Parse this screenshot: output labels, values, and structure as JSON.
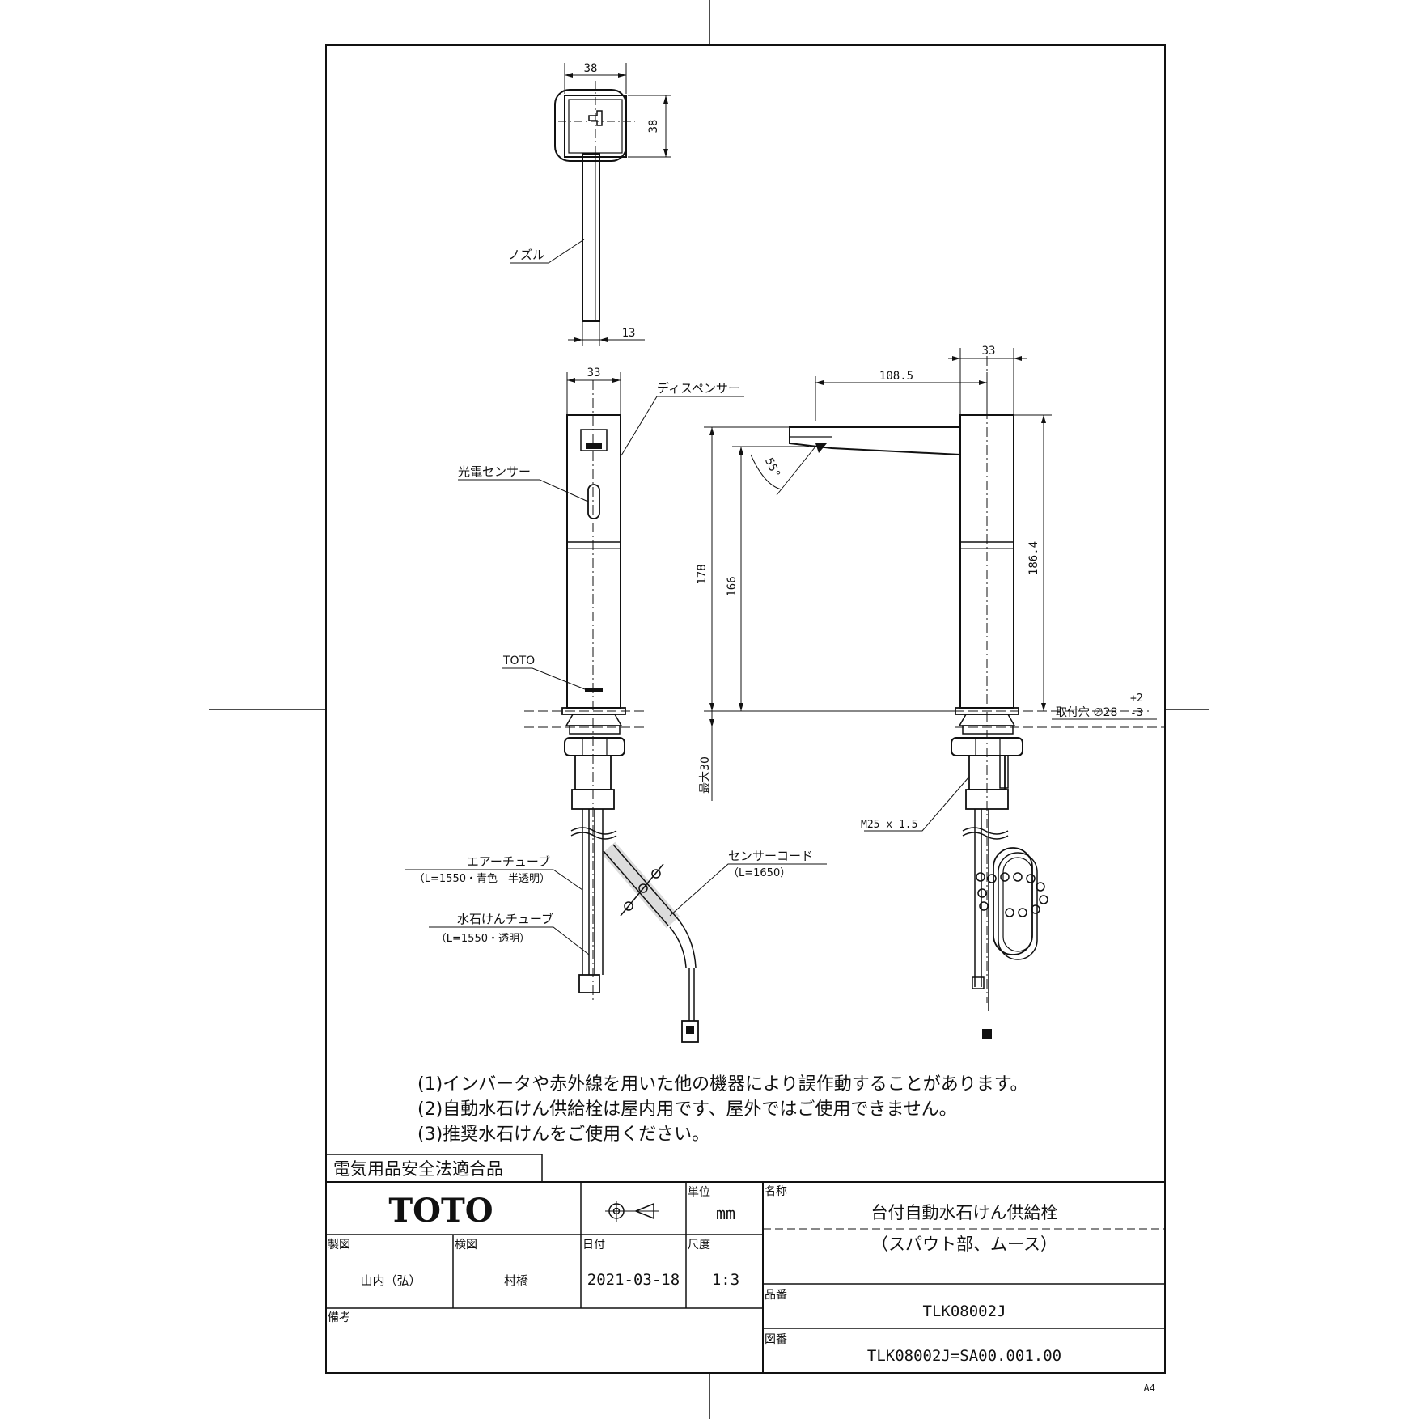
{
  "dimensions": {
    "top_width": "38",
    "top_height": "38",
    "nozzle_width": "13",
    "front_width": "33",
    "side_width": "33",
    "spout_reach": "108.5",
    "height_178": "178",
    "height_166": "166",
    "height_186": "186.4",
    "angle": "55°",
    "max_thickness": "最大30",
    "mount_hole": "取付穴 ∅28",
    "tol_plus": "+2",
    "tol_minus": "-3",
    "thread": "M25 x 1.5"
  },
  "labels": {
    "nozzle": "ノズル",
    "dispenser": "ディスペンサー",
    "sensor": "光電センサー",
    "toto_mark": "TOTO",
    "air_tube": "エアーチューブ",
    "air_tube_spec": "（L=1550・青色　半透明）",
    "soap_tube": "水石けんチューブ",
    "soap_tube_spec": "（L=1550・透明）",
    "sensor_cord": "センサーコード",
    "sensor_cord_spec": "（L=1650）"
  },
  "notes": [
    "(1)インバータや赤外線を用いた他の機器により誤作動することがあります。",
    "(2)自動水石けん供給栓は屋内用です、屋外ではご使用できません。",
    "(3)推奨水石けんをご使用ください。"
  ],
  "title_block": {
    "certification": "電気用品安全法適合品",
    "logo": "TOTO",
    "unit_label": "単位",
    "unit_value": "mm",
    "name_label": "名称",
    "name_line1": "台付自動水石けん供給栓",
    "name_line2": "（スパウト部、ムース）",
    "drawn_label": "製図",
    "drawn_value": "山内（弘）",
    "checked_label": "検図",
    "checked_value": "村橋",
    "date_label": "日付",
    "date_value": "2021-03-18",
    "scale_label": "尺度",
    "scale_value": "1:3",
    "part_label": "品番",
    "part_value": "TLK08002J",
    "remarks_label": "備考",
    "drawing_label": "図番",
    "drawing_value": "TLK08002J=SA00.001.00"
  },
  "sheet_size": "A4"
}
